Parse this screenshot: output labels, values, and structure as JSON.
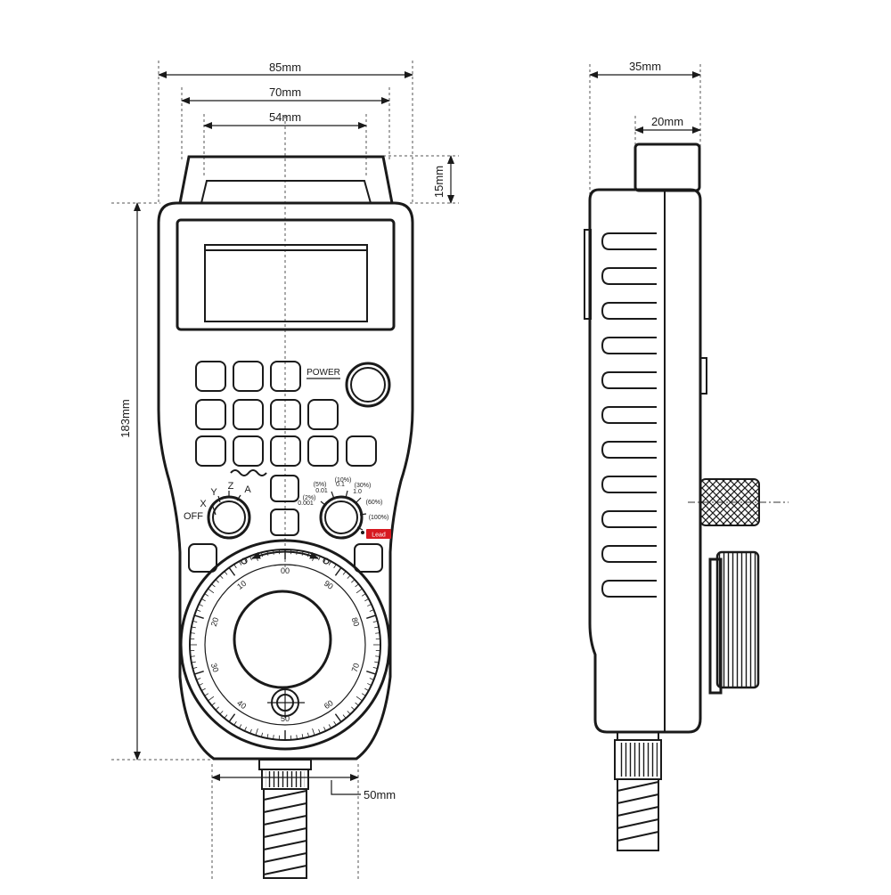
{
  "dimensions": {
    "width_outer": "85mm",
    "width_mid": "70mm",
    "width_inner": "54mm",
    "handle_height": "15mm",
    "body_height": "183mm",
    "connector_width": "50mm",
    "side_depth": "35mm",
    "side_handle_depth": "20mm"
  },
  "labels": {
    "power": "POWER",
    "axis_off": "OFF",
    "axis_x": "X",
    "axis_y": "Y",
    "axis_z": "Z",
    "axis_a": "A",
    "lead": "Lead",
    "step_001": "0.001",
    "step_2": "(2%)",
    "step_01": "0.01",
    "step_5": "(5%)",
    "step_1": "0.1",
    "step_10": "(10%)",
    "step_10v": "1.0",
    "step_30": "(30%)",
    "step_60": "(60%)",
    "step_100": "(100%)"
  },
  "dial_scale": [
    "00",
    "10",
    "20",
    "30",
    "40",
    "50",
    "60",
    "70",
    "80",
    "90"
  ],
  "colors": {
    "line": "#1a1a1a",
    "lead_badge": "#d71920"
  }
}
